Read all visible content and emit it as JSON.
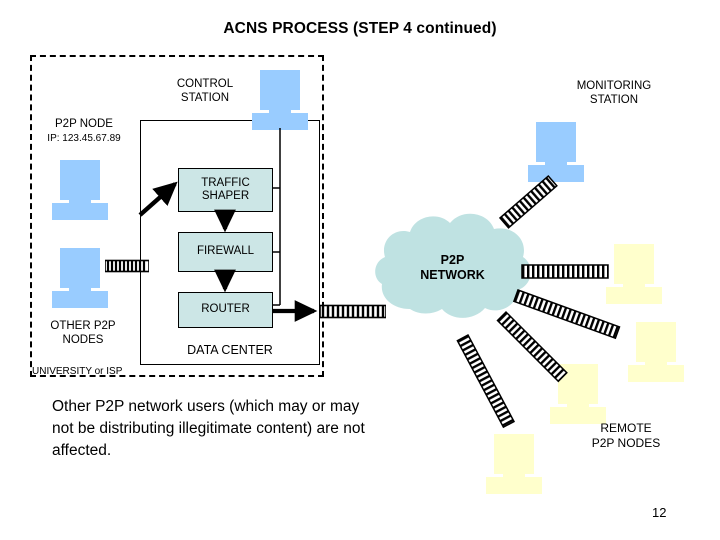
{
  "slide": {
    "title": "ACNS PROCESS (STEP 4 continued)",
    "page_number": "12",
    "body_text": "Other P2P network users (which may or may not be distributing illegitimate content) are not affected."
  },
  "boundaries": {
    "university_label": "UNIVERSITY or ISP",
    "datacenter_label": "DATA CENTER"
  },
  "labels": {
    "control_station": "CONTROL\nSTATION",
    "monitoring_station": "MONITORING\nSTATION",
    "p2p_node": "P2P NODE",
    "p2p_node_ip": "IP: 123.45.67.89",
    "other_p2p_nodes": "OTHER P2P\nNODES",
    "remote_p2p_nodes": "REMOTE\nP2P NODES"
  },
  "process_boxes": [
    {
      "label": "TRAFFIC\nSHAPER"
    },
    {
      "label": "FIREWALL"
    },
    {
      "label": "ROUTER"
    }
  ],
  "cloud": {
    "label": "P2P\nNETWORK"
  },
  "nodes": {
    "p2p_node_color": "#99ccff",
    "other_node_color": "#99ccff",
    "remote_node_color": "#ffffcc",
    "station_color": "#99ccff"
  },
  "colors": {
    "box_fill": "#cce6e6",
    "cloud_fill": "#bfe2e2",
    "outline": "#000000",
    "background": "#ffffff"
  }
}
